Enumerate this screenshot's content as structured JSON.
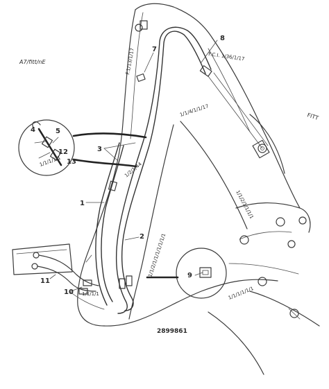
{
  "diagram": {
    "top_left_label": "A7/fitt/nE",
    "right_label": "FITT",
    "drawing_number": "2899861",
    "callouts": {
      "c1": "1",
      "c2": "2",
      "c3": "3",
      "c4": "4",
      "c5": "5",
      "c7": "7",
      "c8": "8",
      "c9": "9",
      "c10": "10",
      "c11": "11",
      "c12": "12",
      "c13": "13"
    },
    "boom_texts": {
      "upper_right": "F.C.I. 1/36/1/17",
      "mid_right": "1/1/4/1/1/17",
      "left_vertical": "F.1/13/1/17",
      "center": "1/2/1/44",
      "center_vertical": "1/1/2/1/1/1/1/1/1/1",
      "dipper": "1/1/2/1/1/1/1",
      "lower_right": "1/1/1/1/1/1",
      "small_left": "1/1/1/1",
      "detail_a_parts": "1/1/1/1/1"
    }
  }
}
